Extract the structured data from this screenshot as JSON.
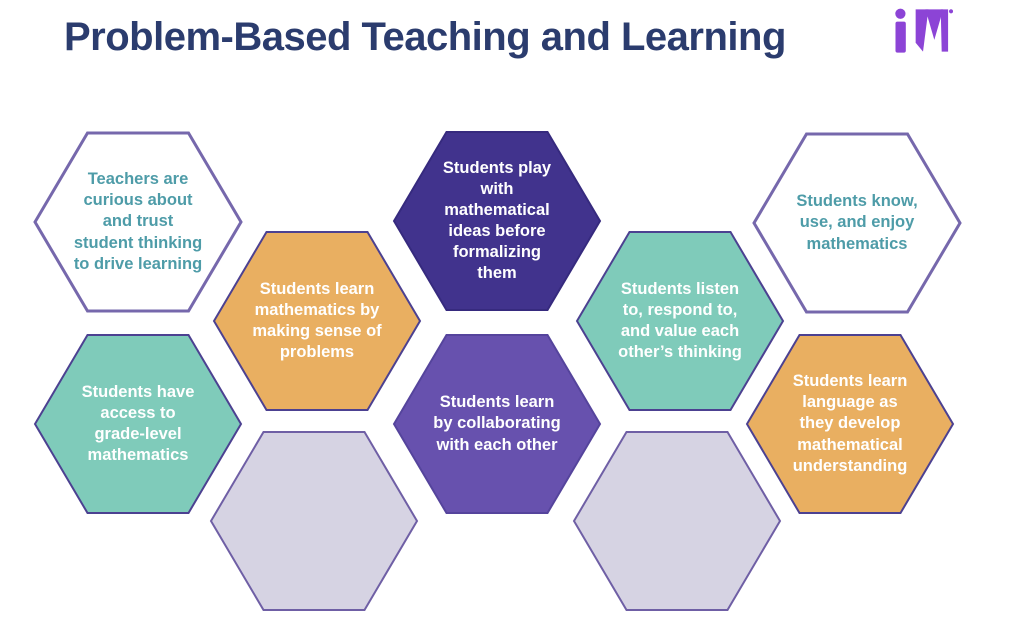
{
  "title": "Problem-Based Teaching and Learning",
  "logo": {
    "name": "im-logo",
    "color": "#8c44d6"
  },
  "colors": {
    "title_text": "#2b3c6e",
    "teal_fill": "#7fcbba",
    "orange_fill": "#e9af61",
    "dark_purple_fill": "#41338d",
    "purple_fill": "#6751ae",
    "lavender_fill": "#d6d3e3",
    "white_hex_border": "#7668ac",
    "teal_text": "#4e9ca8",
    "hex_text": "#ffffff"
  },
  "hexagons": [
    {
      "id": "teachers-curious-trust",
      "style": "white-outline",
      "label": "Teachers are\ncurious about\nand trust\nstudent thinking\nto drive learning"
    },
    {
      "id": "learn-making-sense",
      "style": "orange",
      "label": "Students learn\nmathematics by\nmaking sense of\nproblems"
    },
    {
      "id": "play-with-ideas",
      "style": "dark-purple",
      "label": "Students play\nwith\nmathematical\nideas before\nformalizing\nthem"
    },
    {
      "id": "listen-respond-value",
      "style": "teal",
      "label": "Students listen\nto, respond to,\nand value each\nother’s thinking"
    },
    {
      "id": "know-use-enjoy",
      "style": "white-outline",
      "label": "Students know,\nuse, and enjoy\nmathematics"
    },
    {
      "id": "grade-level-access",
      "style": "teal",
      "label": "Students have\naccess to\ngrade-level\nmathematics"
    },
    {
      "id": "collaborate",
      "style": "purple",
      "label": "Students learn\nby collaborating\nwith each other"
    },
    {
      "id": "language-development",
      "style": "orange",
      "label": "Students learn\nlanguage as\nthey develop\nmathematical\nunderstanding"
    },
    {
      "id": "empty-1",
      "style": "lavender",
      "label": ""
    },
    {
      "id": "empty-2",
      "style": "lavender",
      "label": ""
    }
  ]
}
